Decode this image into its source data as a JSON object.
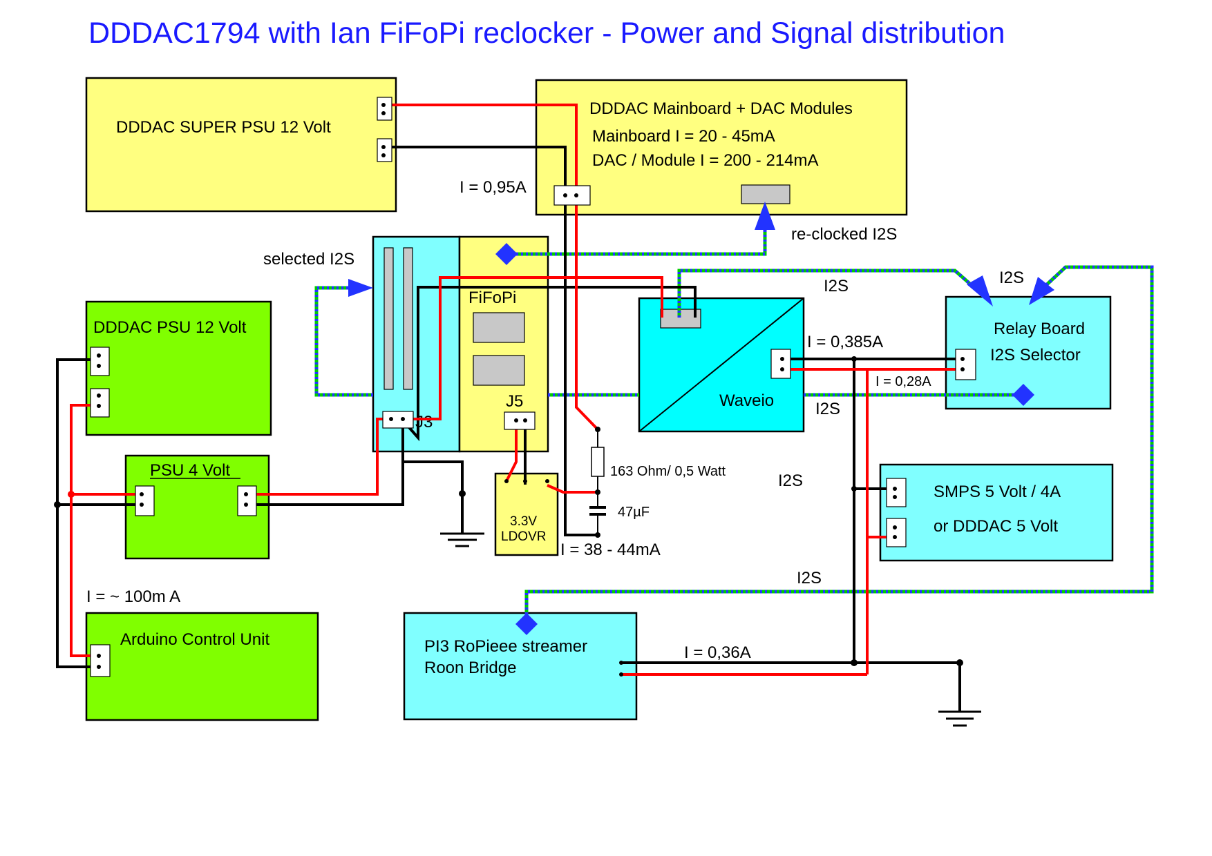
{
  "title": "DDDAC1794 with Ian FiFoPi reclocker - Power and Signal distribution",
  "colors": {
    "yellow_box": "#ffff80",
    "green_box": "#80ff00",
    "cyan_box": "#80ffff",
    "title_blue": "#1a1aff",
    "wire_red": "#ff0000",
    "wire_black": "#000000",
    "i2s_green": "#00cc00",
    "i2s_blue": "#2233ff"
  },
  "blocks": {
    "super_psu": {
      "label": "DDDAC SUPER PSU 12 Volt"
    },
    "mainboard": {
      "label": "DDDAC Mainboard + DAC Modules",
      "line1": "Mainboard I      = 20 - 45mA",
      "line2": "DAC / Module I = 200 - 214mA"
    },
    "psu12": {
      "label": "DDDAC PSU 12 Volt"
    },
    "psu4": {
      "label": "PSU 4 Volt"
    },
    "arduino": {
      "label": "Arduino Control Unit"
    },
    "fifopi": {
      "label": "FiFoPi",
      "j3": "J3",
      "j5": "J5"
    },
    "ldo": {
      "line1": "3.3V",
      "line2": "LDOVR"
    },
    "waveio": {
      "label": "Waveio"
    },
    "relay": {
      "line1": "Relay Board",
      "line2": "I2S Selector"
    },
    "smps": {
      "line1": "SMPS 5 Volt / 4A",
      "line2": "or DDDAC 5 Volt"
    },
    "pi3": {
      "line1": "PI3 RoPieee streamer",
      "line2": "Roon Bridge"
    }
  },
  "annotations": {
    "i_main": "I = 0,95A",
    "reclocked": "re-clocked I2S",
    "selected": "selected I2S",
    "i2s_top": "I2S",
    "i2s_relay": "I2S",
    "i2s_waveio_out": "I2S",
    "i2s_mid": "I2S",
    "i2s_bottom": "I2S",
    "i_waveio": "I = 0,385A",
    "i_relay": "I = 0,28A",
    "resistor": "163 Ohm/ 0,5 Watt",
    "cap": "47µF",
    "i_ldo": "I = 38 - 44mA",
    "i_arduino": "I = ~ 100m A",
    "i_pi3": "I = 0,36A"
  }
}
